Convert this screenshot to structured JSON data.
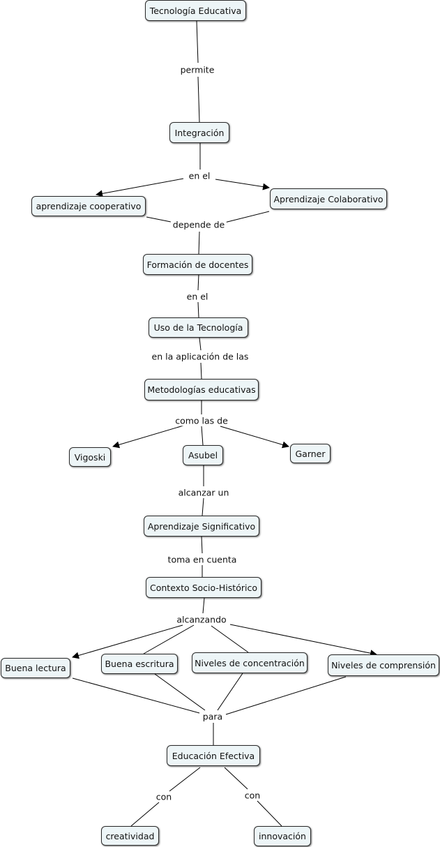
{
  "concepts": {
    "tecnologia_educativa": "Tecnología Educativa",
    "integracion": "Integración",
    "aprendizaje_cooperativo": "aprendizaje cooperativo",
    "aprendizaje_colaborativo": "Aprendizaje Colaborativo",
    "formacion_docentes": "Formación de docentes",
    "uso_tecnologia": "Uso de la Tecnología",
    "metodologias": "Metodologías educativas",
    "vigoski": "Vigoski",
    "asubel": "Asubel",
    "garner": "Garner",
    "aprendizaje_significativo": "Aprendizaje Significativo",
    "contexto": "Contexto Socio-Histórico",
    "buena_lectura": "Buena lectura",
    "buena_escritura": "Buena escritura",
    "niveles_concentracion": "Niveles de concentración",
    "niveles_comprension": "Niveles de comprensión",
    "educacion_efectiva": "Educación Efectiva",
    "creatividad": "creatividad",
    "innovacion": "innovación"
  },
  "links": {
    "permite": "permite",
    "en_el_1": "en el",
    "depende_de": "depende de",
    "en_el_2": "en el",
    "en_la_aplicacion": "en la aplicación de las",
    "como_las_de": "como las de",
    "alcanzar_un": "alcanzar un",
    "toma_en_cuenta": "toma en cuenta",
    "alcanzando": "alcanzando",
    "para": "para",
    "con_1": "con",
    "con_2": "con"
  },
  "style": {
    "line_color": "#000000",
    "node_fill": "#edf5f7"
  }
}
